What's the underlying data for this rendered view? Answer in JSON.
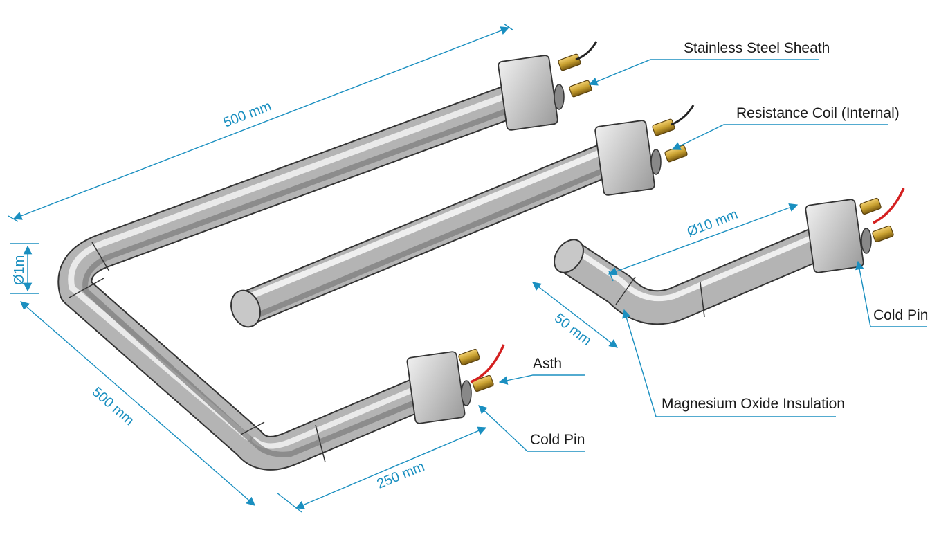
{
  "dimensions": {
    "top_length": "500 mm",
    "left_length": "500 mm",
    "bottom_length": "250 mm",
    "tube_diameter": "Ø1m",
    "small_diameter": "Ø10 mm",
    "small_length": "50 mm"
  },
  "callouts": {
    "sheath": "Stainless Steel Sheath",
    "coil": "Resistance Coil (Internal)",
    "cold_pin_right": "Cold Pin",
    "magnesium": "Magnesium Oxide Insulation",
    "asth": "Asth",
    "cold_pin_bottom": "Cold Pin"
  },
  "colors": {
    "dimension": "#1a8fc0",
    "tube": "#b8b8b8",
    "brass": "#c8a030",
    "wire_red": "#d42020",
    "wire_black": "#222222"
  }
}
